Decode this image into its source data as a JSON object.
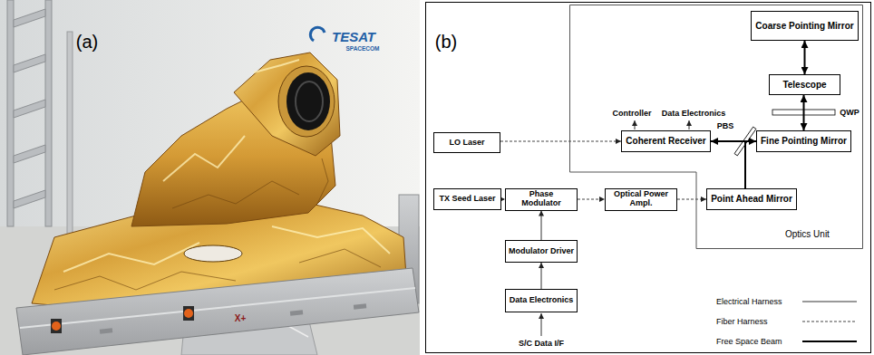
{
  "diagram": {
    "nodes": [
      {
        "text": [
          "Optics Unit"
        ]
      },
      {
        "text": [
          "Coarse Pointing Mirror"
        ],
        "in": 0
      },
      {
        "text": [
          "Telescope"
        ],
        "in": 0
      },
      {
        "text": [
          "Coherent Receiver"
        ],
        "in": 0
      },
      {
        "text": [
          "Fine Pointing Mirror"
        ],
        "in": 0
      },
      {
        "text": [
          "Point Ahead Mirror"
        ],
        "in": 0
      },
      {
        "text": [
          "LO Laser"
        ]
      },
      {
        "text": [
          "TX Seed Laser"
        ]
      },
      {
        "text": [
          "Phase Modulator"
        ]
      },
      {
        "text": [
          "Optical Power Ampl."
        ]
      },
      {
        "text": [
          "Modulator Driver"
        ]
      },
      {
        "text": [
          "Data Electronics"
        ]
      }
    ],
    "edges": [
      {
        "from": 1,
        "to": 2,
        "arrow": "both"
      },
      {
        "from": 2,
        "to": 4,
        "arrow": "both"
      },
      {
        "from": 4,
        "to": 3,
        "arrow": "to"
      },
      {
        "from": 5,
        "to": 4,
        "arrow": "to"
      },
      {
        "from": 6,
        "to": 3,
        "arrow": "to"
      },
      {
        "from": 7,
        "to": 8,
        "arrow": "to"
      },
      {
        "from": 8,
        "to": 9,
        "arrow": "to"
      },
      {
        "from": 9,
        "to": 5,
        "arrow": "to"
      },
      {
        "from": 10,
        "to": 8,
        "arrow": "to"
      },
      {
        "from": 11,
        "to": 10,
        "arrow": "to"
      }
    ],
    "labels": [
      "(a)",
      "TESAT",
      "SPACECOM",
      "X+",
      "(b)",
      "Controller",
      "Data Electronics",
      "PBS",
      "QWP",
      "S/C Data I/F"
    ],
    "legend": [
      {
        "text": "Electrical Harness"
      },
      {
        "text": "Fiber Harness"
      },
      {
        "text": "Free Space Beam"
      }
    ]
  }
}
